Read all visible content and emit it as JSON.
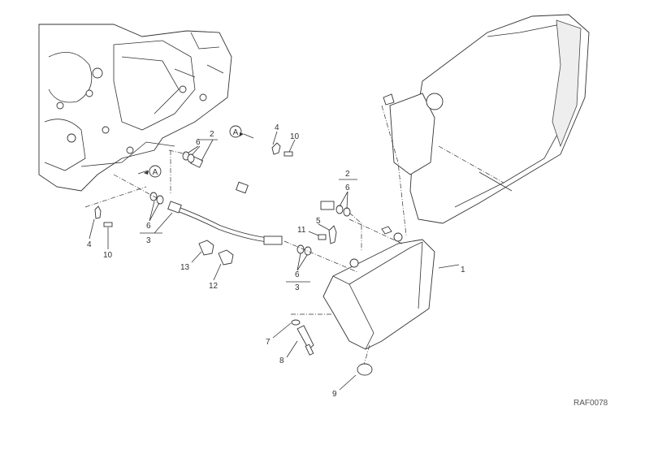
{
  "diagram": {
    "title_code": "RAF0078",
    "callouts": {
      "radiator_oil_cooler": "1",
      "upper_hose_2a": "2",
      "upper_hose_2b": "2",
      "lower_hose_3a": "3",
      "lower_hose_3b": "3",
      "clamp_4a": "4",
      "clamp_4b": "4",
      "clamp_5": "5",
      "seals_6a": "6",
      "seals_6b": "6",
      "seals_6c": "6",
      "seals_6d": "6",
      "washer_7": "7",
      "sensor_8": "8",
      "grommet_9": "9",
      "screw_10a": "10",
      "screw_10b": "10",
      "screw_11": "11",
      "clip_12": "12",
      "clip_13": "13"
    },
    "view_refs": {
      "ref_a1": "A",
      "ref_a2": "A"
    }
  }
}
